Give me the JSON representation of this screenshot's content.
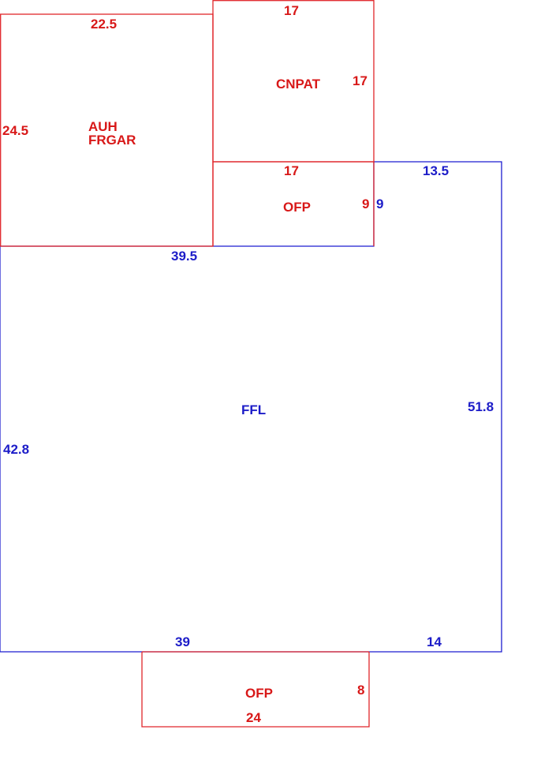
{
  "colors": {
    "red": "#d81818",
    "blue": "#1c1cc8",
    "background": "#ffffff"
  },
  "areas": {
    "garage": {
      "code_line1": "AUH",
      "code_line2": "FRGAR",
      "top_dim": "22.5",
      "left_dim": "24.5"
    },
    "patio": {
      "code": "CNPAT",
      "top_dim": "17",
      "right_dim": "17"
    },
    "porch_upper": {
      "code": "OFP",
      "top_dim": "17",
      "right_dim_inner": "9",
      "right_dim_outer": "9"
    },
    "main": {
      "code": "FFL",
      "top_right_dim": "13.5",
      "top_left_dim": "39.5",
      "right_dim": "51.8",
      "left_dim": "42.8",
      "bottom_left_dim": "39",
      "bottom_right_dim": "14"
    },
    "porch_lower": {
      "code": "OFP",
      "right_dim": "8",
      "bottom_dim": "24"
    }
  }
}
